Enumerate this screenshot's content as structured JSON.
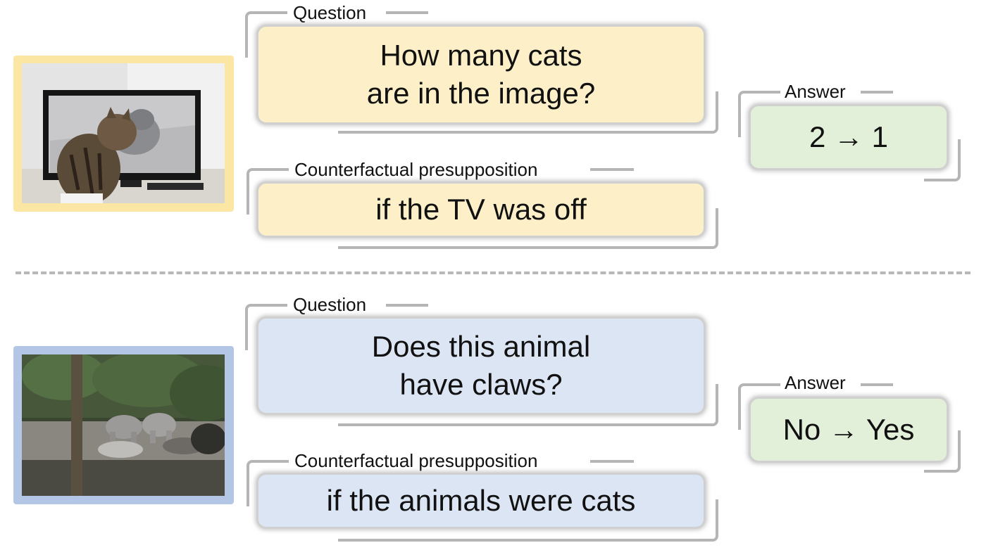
{
  "colors": {
    "yellow_frame": "#fce6a4",
    "blue_frame": "#b3c6e6",
    "yellow_box": "#fdf0c8",
    "blue_box": "#dce5f3",
    "green_box": "#e2efd9",
    "bracket": "#b5b5b5"
  },
  "examples": [
    {
      "image_subject": "cat watching a cat on a TV screen",
      "question_label": "Question",
      "question_line1": "How many cats",
      "question_line2": "are in the image?",
      "presupposition_label": "Counterfactual presupposition",
      "presupposition": "if the TV was off",
      "answer_label": "Answer",
      "answer": "2 → 1"
    },
    {
      "image_subject": "elephants in a zoo enclosure",
      "question_label": "Question",
      "question_line1": "Does this animal",
      "question_line2": "have claws?",
      "presupposition_label": "Counterfactual presupposition",
      "presupposition": "if the animals were cats",
      "answer_label": "Answer",
      "answer": "No → Yes"
    }
  ]
}
